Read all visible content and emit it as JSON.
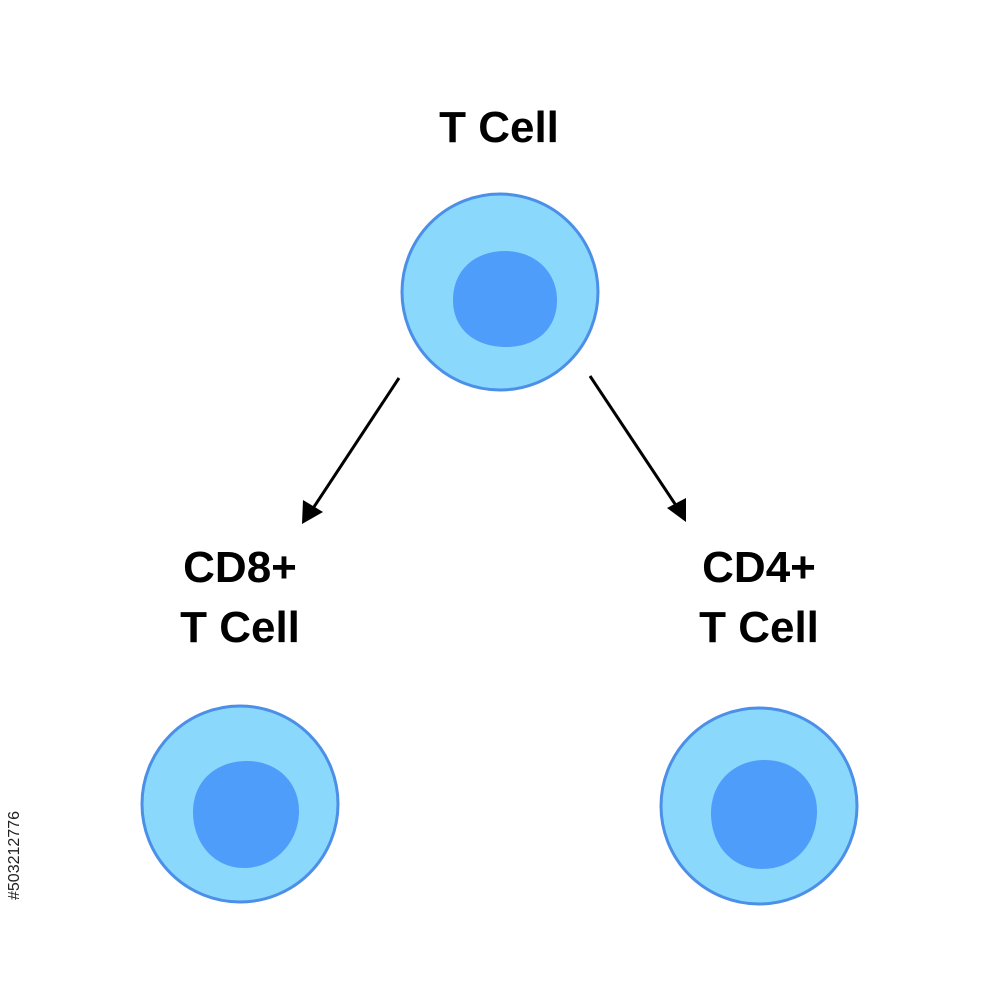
{
  "nodes": {
    "parent": {
      "title": "T Cell"
    },
    "left": {
      "line1": "CD8+",
      "line2": "T Cell"
    },
    "right": {
      "line1": "CD4+",
      "line2": "T Cell"
    }
  },
  "colors": {
    "cell_outline": "#4b8fe8",
    "cytoplasm": "#8ad8fb",
    "nucleus": "#4f9dfa",
    "arrow": "#000000",
    "text": "#000000"
  },
  "watermark": {
    "id_text": "#503212776"
  }
}
